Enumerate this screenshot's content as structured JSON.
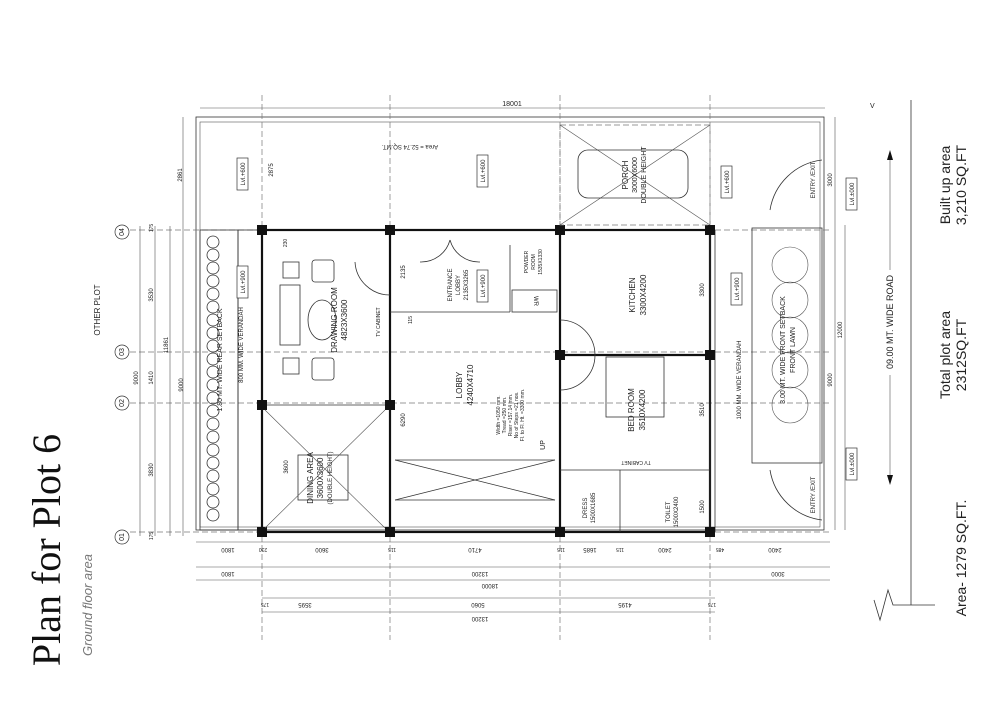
{
  "title": "Plan for Plot 6",
  "subtitle": "Ground floor area",
  "summary": {
    "built_up_label": "Built up area",
    "built_up_value": "3,210 SQ.FT",
    "total_plot_label": "Total plot area",
    "total_plot_value": "2312SQ.FT",
    "area": "Area- 1279 SQ.FT."
  },
  "road_label": "09.00 MT. WIDE ROAD",
  "other_plot": "OTHER PLOT",
  "open_area": "Area = 52.74 SQ.MT.",
  "grid": [
    "01",
    "02",
    "03",
    "04"
  ],
  "rooms": {
    "drawing": {
      "name": "DRAWING ROOM",
      "size": "4823X3600"
    },
    "dining": {
      "name": "DINING AREA",
      "size": "3600X3600",
      "note": "(DOUBLE HEIGHT)"
    },
    "entrance": {
      "name": "ENTRANCE",
      "name2": "LOBBY",
      "size": "2135X3265"
    },
    "powder": {
      "name": "POWDER",
      "name2": "ROOM",
      "size": "1535X1330"
    },
    "wr": "WR",
    "kitchen": {
      "name": "KITCHEN",
      "size": "3300X4200"
    },
    "lobby": {
      "name": "LOBBY",
      "size": "4240X4710"
    },
    "bedroom": {
      "name": "BED ROOM",
      "size": "3510X4200"
    },
    "dress": {
      "name": "DRESS",
      "size": "1500X1685"
    },
    "toilet": {
      "name": "TOILET",
      "size": "1500X2400"
    },
    "porch": {
      "name": "PORCH",
      "size": "3000X6000",
      "note": "DOUBLE HEIGHT"
    },
    "tv_cabinet": "TV CABINET"
  },
  "stair_notes": [
    "Width =1050 mm.",
    "Tread =250 mm.",
    "Riser =157.14 mm.",
    "No of Steps =21 nos.",
    "Fl. to Fl. Ht. =3300 mm."
  ],
  "stair_up": "UP",
  "verandah_front": "1000 MM. WIDE VERANDAH",
  "verandah_rear": "800 MM. WIDE VERANDAH",
  "rear_setback": "1.80 MT. WIDE REAR SETBACK",
  "front_setback": "3.00 MT. WIDE FRONT SETBACK",
  "front_lawn": "FRONT LAWN",
  "entry_exit": "ENTRY /EXIT",
  "levels": {
    "p600": "Lvl.+600",
    "p900": "Lvl.+900",
    "p000": "Lvl.±000"
  },
  "dims": {
    "top": "18001",
    "left": [
      "2861",
      "2875",
      "3530",
      "11861",
      "9000",
      "1410",
      "9000",
      "3830",
      "175",
      "175"
    ],
    "right": [
      "3000",
      "12000",
      "9000"
    ],
    "interior": [
      "6290",
      "3600",
      "3300",
      "3510",
      "1500",
      "2135",
      "230",
      "115"
    ],
    "bottom1": [
      "1800",
      "230",
      "3600",
      "115",
      "4710",
      "115",
      "1685",
      "115",
      "2400",
      "485",
      "2400"
    ],
    "bottom2": [
      "1800",
      "13200",
      "3000"
    ],
    "bottom3": "18000",
    "bottom4": [
      "175",
      "3595",
      "5060",
      "4195",
      "175"
    ],
    "bottom5": "13200"
  }
}
